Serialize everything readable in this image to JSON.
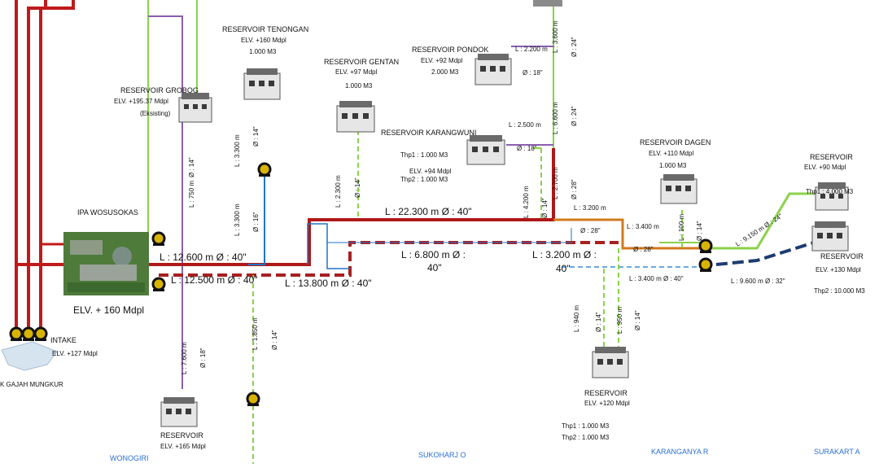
{
  "title_lines": [],
  "reservoirs": {
    "tenongan": {
      "name": "RESERVOIR TENONGAN",
      "elv": "ELV. +160 Mdpl",
      "cap": "1.000 M3"
    },
    "gentan": {
      "name": "RESERVOIR GENTAN",
      "elv": "ELV. +97 Mdpl",
      "cap": "1.000 M3"
    },
    "pondok": {
      "name": "RESERVOIR PONDOK",
      "elv": "ELV. +92 Mdpl",
      "cap": "2.000 M3"
    },
    "grobog": {
      "name": "RESERVOIR GROBOG",
      "elv": "ELV. +195.37 Mdpl",
      "cap": "(Eksisting)"
    },
    "karangwuni": {
      "name": "RESERVOIR KARANGWUNI",
      "thp1": "Thp1 : 1.000 M3",
      "elv": "ELV. +94 Mdpl",
      "thp2": "Thp2 : 1.000 M3"
    },
    "dagen": {
      "name": "RESERVOIR DAGEN",
      "elv": "ELV. +110 Mdpl",
      "cap": "1.000 M3"
    },
    "r1": {
      "name": "RESERVOIR",
      "elv": "ELV. +90 Mdpl",
      "thp1": "Thp1 : 4.000 M3"
    },
    "r2": {
      "name": "RESERVOIR",
      "elv": "ELV. +130 Mdpl",
      "thp2": "Thp2 : 10.000 M3"
    },
    "r3": {
      "name": "RESERVOIR",
      "elv": "ELV. +120 Mdpl",
      "thp1": "Thp1 : 1.000 M3",
      "thp2": "Thp2 : 1.000 M3"
    },
    "r4": {
      "name": "RESERVOIR",
      "elv": "ELV. +165 Mdpl"
    }
  },
  "ipa": {
    "name": "IPA WOSUSOKAS",
    "elv": "ELV. + 160 Mdpl"
  },
  "intake": {
    "name": "INTAKE",
    "elv": "ELV. +127 Mdpl",
    "lake": "K GAJAH MUNGKUR"
  },
  "pipes": {
    "main1": "L : 12.600 m  Ø : 40\"",
    "main2": "L : 12.500 m  Ø : 40\"",
    "main3": "L : 13.800 m  Ø : 40\"",
    "main4": "L : 22.300 m  Ø : 40\"",
    "main5": "L : 6.800 m  Ø :",
    "main5b": "40\"",
    "main6": "L : 3.200 m  Ø :",
    "main6b": "40\"",
    "p_tenongan_l": "L : 3.300 m",
    "p_tenongan_d": "Ø : 14\"",
    "p_tenongan2_l": "L : 3.300 m",
    "p_tenongan2_d": "Ø : 16\"",
    "p_gentan_l": "L : 2.300 m",
    "p_gentan_d": "Ø : 14\"",
    "p_grobog_l": "L : 750 m",
    "p_grobog_d": "Ø : 14\"",
    "p_pondok_l": "L : 2.200 m",
    "p_pondok_d": "Ø : 18\"",
    "p_top_l": "L : 3.600 m",
    "p_top_d": "Ø : 24\"",
    "p_mid_l": "L : 6.600 m",
    "p_mid_d": "Ø : 24\"",
    "p_kw_l": "L : 2.500 m",
    "p_kw_d": "Ø : 18\"",
    "p_kw2_l": "L : 4.200 m",
    "p_kw2_d": "Ø : 14\"",
    "p_2700_l": "L : 2.700 m",
    "p_2700_d": "Ø : 28\"",
    "p_3200_l": "L : 3.200 m",
    "p_3200_d": "Ø : 28\"",
    "p_3400_l": "L : 3.400 m",
    "p_3400_d": "Ø : 28\"",
    "p_3400b": "L : 3.400 m  Ø : 40\"",
    "p_dagen_l": "L : 100 m",
    "p_dagen_d": "Ø : 14\"",
    "p_9150": "L : 9.150 m  Ø : 24\"",
    "p_9600": "L : 9.600 m  Ø : 32\"",
    "p_940_l": "L : 940 m",
    "p_940_d": "Ø : 14\"",
    "p_950_l": "L : 950 m",
    "p_950_d": "Ø : 14\"",
    "p_7600_l": "L : 7.600 m",
    "p_7600_d": "Ø : 18\"",
    "p_1850_l": "L : 1.850 m",
    "p_1850_d": "Ø : 14\""
  },
  "regions": [
    "WONOGIRI",
    "SUKOHARJ O",
    "KARANGANYA R",
    "SURAKART A"
  ],
  "colors": {
    "main": "#b01818",
    "green": "#8ad24a",
    "purple": "#8a5fb0",
    "blue": "#1f73c7",
    "orange": "#d17a1c",
    "navy": "#1e3c70"
  }
}
